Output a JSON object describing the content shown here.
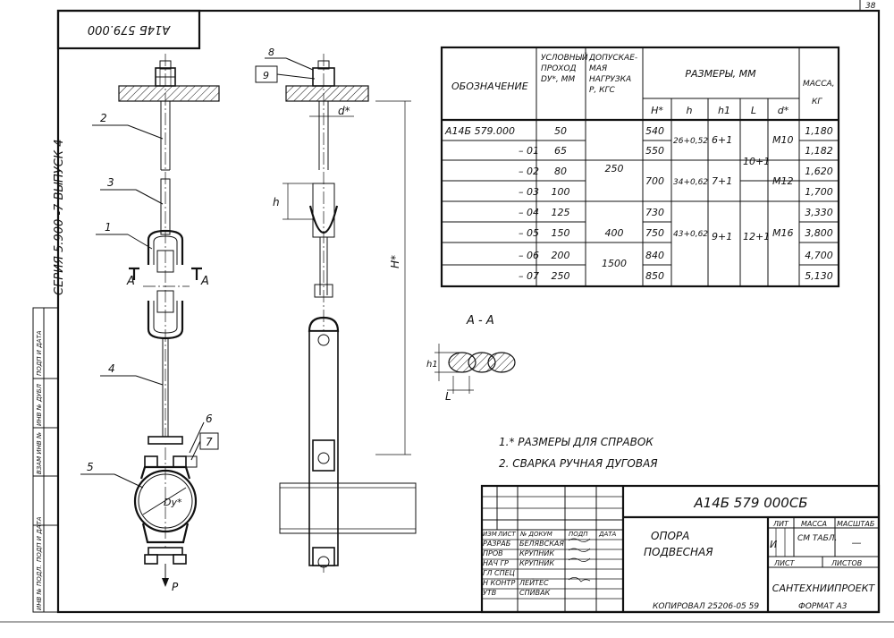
{
  "frame": {
    "doc_code": "А14Б 579.000",
    "page_no": "38",
    "series_block": "СЕРИЯ  5.900 -7   ВЫПУСК 4",
    "left_strip": [
      "ИНВ № ПОДЛ.",
      "ПОДП И ДАТА",
      "ВЗАМ ИНВ №",
      "ИНВ № ДУБЛ",
      "ПОДП И ДАТА"
    ]
  },
  "spec_table": {
    "headers": {
      "designation": "ОБОЗНАЧЕНИЕ",
      "dn": [
        "УСЛОВНЫЙ",
        "ПРОХОД",
        "DУ*, ММ"
      ],
      "load": [
        "ДОПУСКАЕ-",
        "МАЯ",
        "НАГРУЗКА",
        "Р, КГС"
      ],
      "dims": "РАЗМЕРЫ, ММ",
      "dim_cols": [
        "H*",
        "h",
        "h1",
        "L",
        "d*"
      ],
      "mass": [
        "МАССА,",
        "КГ"
      ]
    },
    "rows": [
      {
        "designation": "А14Б 579.000",
        "dn": "50",
        "H": "540",
        "mass": "1,180"
      },
      {
        "designation": "– 01",
        "dn": "65",
        "H": "550",
        "mass": "1,182"
      },
      {
        "designation": "– 02",
        "dn": "80",
        "H": "700",
        "mass": "1,620"
      },
      {
        "designation": "– 03",
        "dn": "100",
        "H": "",
        "mass": "1,700"
      },
      {
        "designation": "– 04",
        "dn": "125",
        "H": "730",
        "mass": "3,330"
      },
      {
        "designation": "– 05",
        "dn": "150",
        "H": "750",
        "mass": "3,800"
      },
      {
        "designation": "– 06",
        "dn": "200",
        "H": "840",
        "mass": "4,700"
      },
      {
        "designation": "– 07",
        "dn": "250",
        "H": "850",
        "mass": "5,130"
      }
    ],
    "merged": {
      "load_250": "250",
      "load_400": "400",
      "load_1500": "1500",
      "h_26": "26+0,52",
      "h_34": "34+0,62",
      "h_43": "43+0,62",
      "h1_6": "6+1",
      "h1_7": "7+1",
      "h1_9": "9+1",
      "L_10": "10+1",
      "L_12": "12+1",
      "d_m10": "М10",
      "d_m12": "М12",
      "d_m16": "М16"
    }
  },
  "notes": [
    "1.* РАЗМЕРЫ ДЛЯ СПРАВОК",
    "2. СВАРКА РУЧНАЯ ДУГОВАЯ"
  ],
  "section_label": "А - А",
  "drawing_labels": {
    "parts": [
      "1",
      "2",
      "3",
      "4",
      "5",
      "6",
      "7",
      "8",
      "9"
    ],
    "section_a": "А",
    "load_arrow": "Р",
    "dy": "Dу*",
    "d_star": "d*",
    "h_star": "Н*",
    "h": "h",
    "h1": "h1",
    "L": "L"
  },
  "title_block": {
    "designation": "А14Б 579 000СБ",
    "name": [
      "ОПОРА",
      "ПОДВЕСНАЯ"
    ],
    "col_headers": [
      "ИЗМ",
      "ЛИСТ",
      "№ ДОКУМ",
      "ПОДП",
      "ДАТА"
    ],
    "roles": [
      {
        "role": "РАЗРАБ",
        "name": "БЕЛЯВСКАЯ"
      },
      {
        "role": "ПРОВ",
        "name": "КРУПНИК"
      },
      {
        "role": "НАЧ ГР",
        "name": "КРУПНИК"
      },
      {
        "role": "ГЛ СПЕЦ",
        "name": ""
      },
      {
        "role": "Н КОНТР",
        "name": "ЛЕЙТЕС"
      },
      {
        "role": "УТВ",
        "name": "СПИВАК"
      }
    ],
    "lit_label": "ЛИТ",
    "lit_value": "И",
    "mass_label": "МАССА",
    "scale_label": "МАСШТАБ",
    "mass_value": "СМ ТАБЛ.",
    "scale_value": "—",
    "sheet_label": "ЛИСТ",
    "sheets_label": "ЛИСТОВ",
    "org": "САНТЕХНИИПРОЕКТ"
  },
  "footer": {
    "copied": "КОПИРОВАЛ 25206-05  59",
    "format": "ФОРМАТ  А3"
  }
}
